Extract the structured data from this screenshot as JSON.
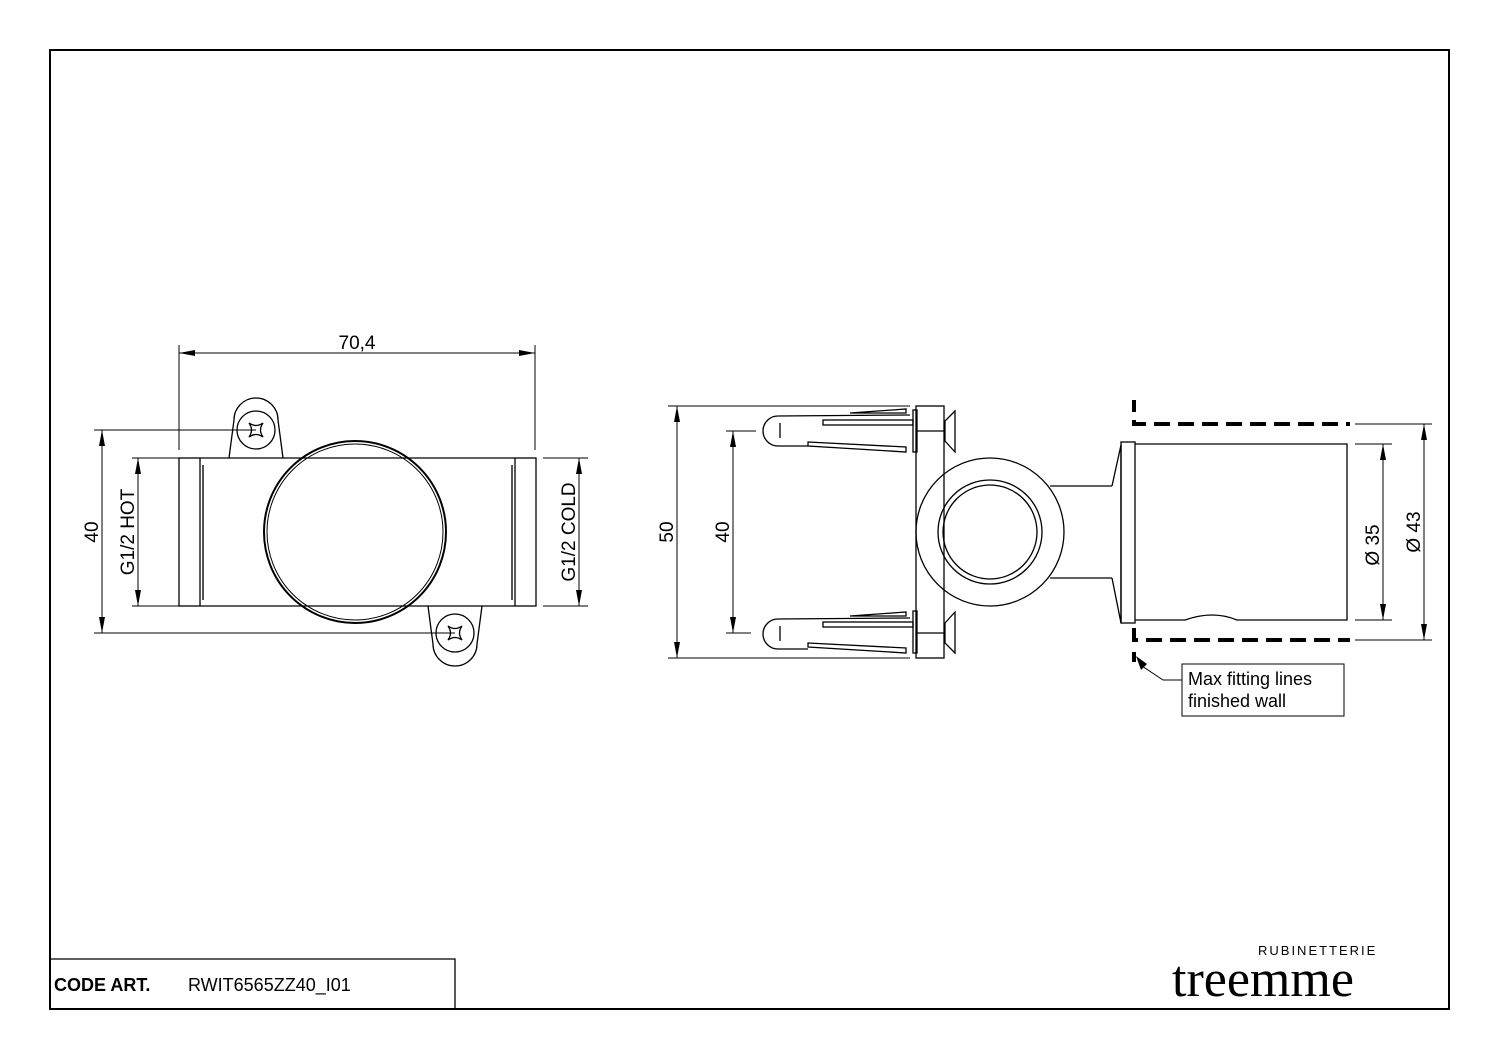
{
  "document": {
    "type": "technical-drawing",
    "units": "mm"
  },
  "front_view": {
    "overall_width": "70,4",
    "overall_height": "40",
    "inlet_left": "G1/2 HOT",
    "inlet_right": "G1/2 COLD"
  },
  "side_view": {
    "outer_height": "50",
    "anchor_spacing": "40",
    "diameter_inner": "Ø 35",
    "diameter_outer": "Ø 43",
    "note_line1": "Max fitting lines",
    "note_line2": "finished wall"
  },
  "title_block": {
    "code_label": "CODE ART.",
    "code_value": "RWIT6565ZZ40_I01"
  },
  "brand": {
    "name": "treemme",
    "subtitle": "RUBINETTERIE"
  },
  "colors": {
    "line": "#000000",
    "background": "#ffffff"
  }
}
